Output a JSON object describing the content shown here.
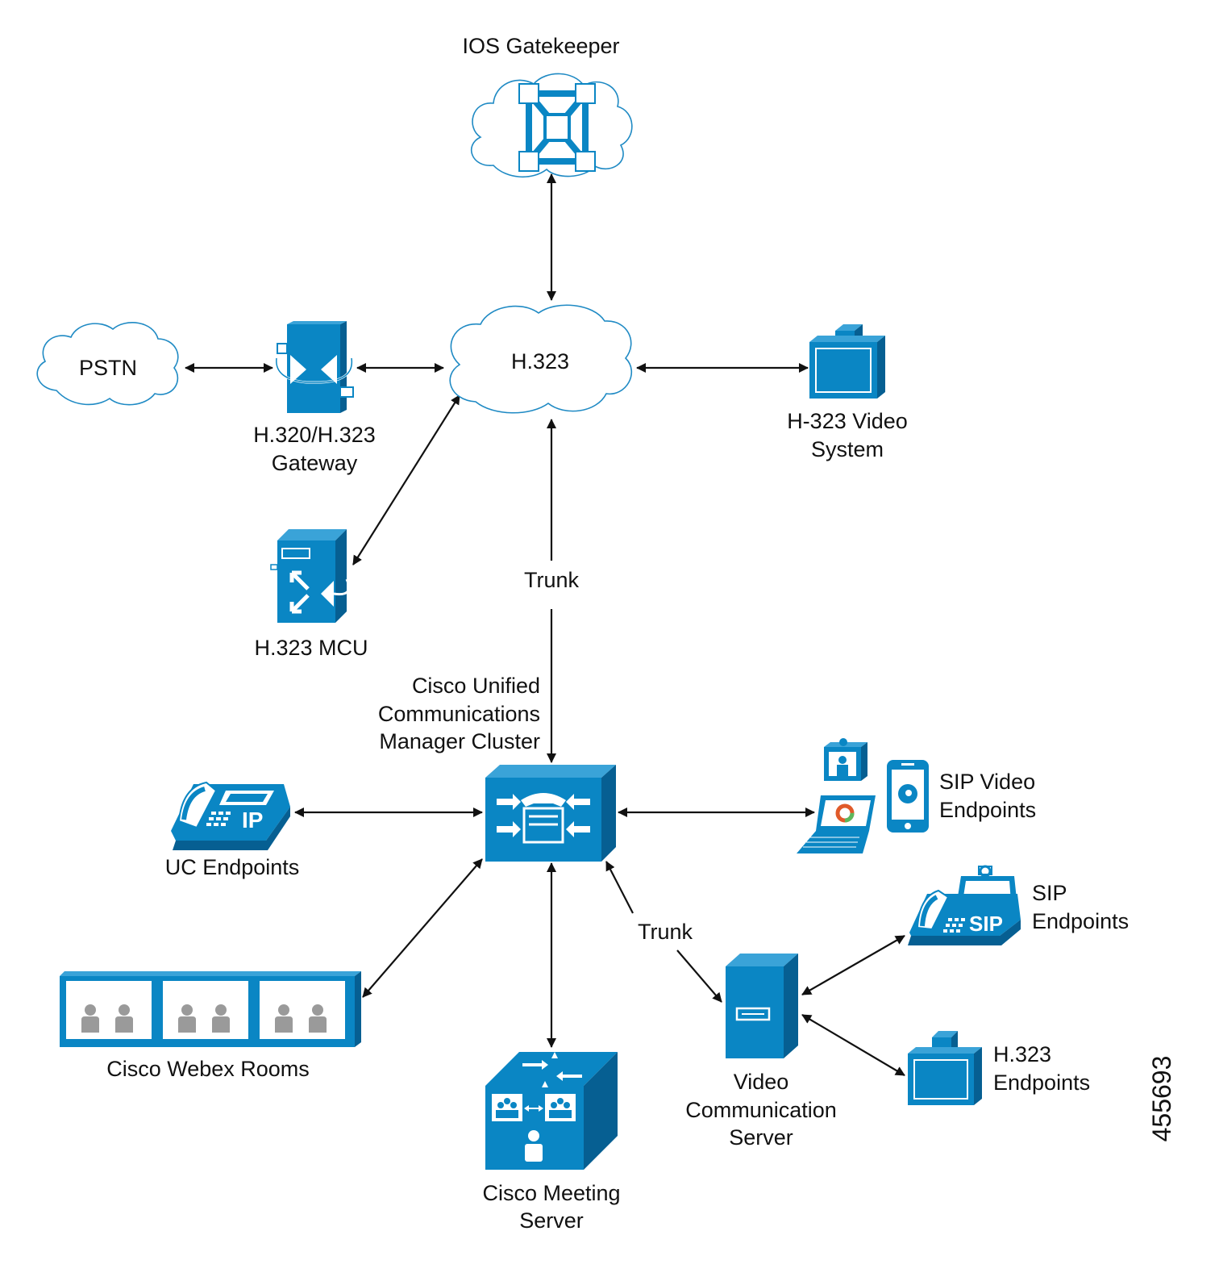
{
  "diagram": {
    "labels": {
      "gatekeeper": "IOS Gatekeeper",
      "pstn": "PSTN",
      "h323_cloud": "H.323",
      "gateway": [
        "H.320/H.323",
        "Gateway"
      ],
      "video_system": [
        "H-323 Video",
        "System"
      ],
      "mcu": "H.323 MCU",
      "trunk_top": "Trunk",
      "cucm": [
        "Cisco Unified",
        "Communications",
        "Manager Cluster"
      ],
      "uc_endpoints": "UC Endpoints",
      "sip_video": [
        "SIP Video",
        "Endpoints"
      ],
      "trunk_bottom": "Trunk",
      "sip_endpoints": [
        "SIP",
        "Endpoints"
      ],
      "webex_rooms": "Cisco Webex Rooms",
      "meeting_server": [
        "Cisco Meeting",
        "Server"
      ],
      "vcs": [
        "Video",
        "Communication",
        "Server"
      ],
      "h323_endpoints": [
        "H.323",
        "Endpoints"
      ],
      "figure_id": "455693",
      "phone_ip": "IP",
      "phone_sip": "SIP"
    },
    "colors": {
      "icon_blue": "#0a86c4",
      "icon_dark": "#065f92",
      "cloud_stroke": "#1f8ac4",
      "person_gray": "#9a9a9a"
    }
  }
}
